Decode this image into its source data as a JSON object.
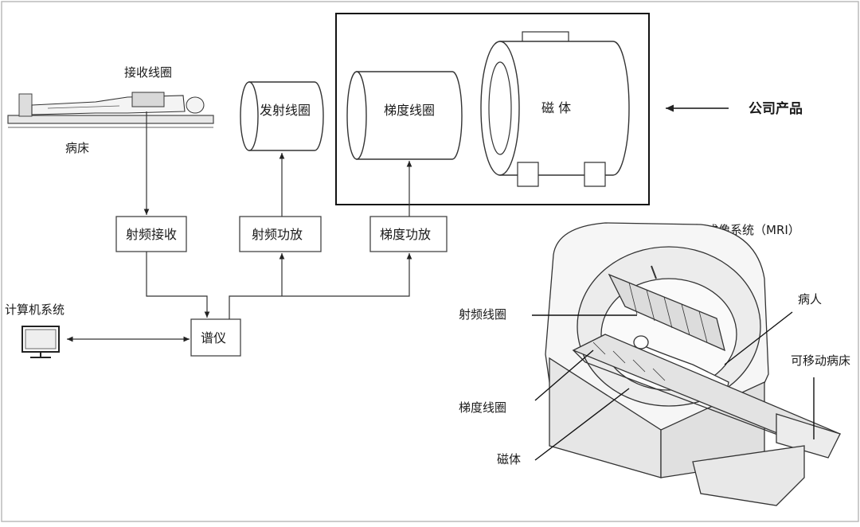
{
  "labels": {
    "receive_coil": "接收线圈",
    "bed": "病床",
    "transmit_coil": "发射线圈",
    "gradient_coil_cyl": "梯度线圈",
    "magnet_cyl": "磁 体",
    "company_product": "公司产品",
    "rf_receive": "射频接收",
    "rf_power": "射频功放",
    "gradient_power": "梯度功放",
    "computer_system": "计算机系统",
    "spectrometer": "谱仪",
    "mri_title": "磁共振成像系统（MRI）",
    "rf_coil": "射频线圈",
    "patient": "病人",
    "movable_bed": "可移动病床",
    "gradient_coil": "梯度线圈",
    "magnet": "磁体"
  }
}
